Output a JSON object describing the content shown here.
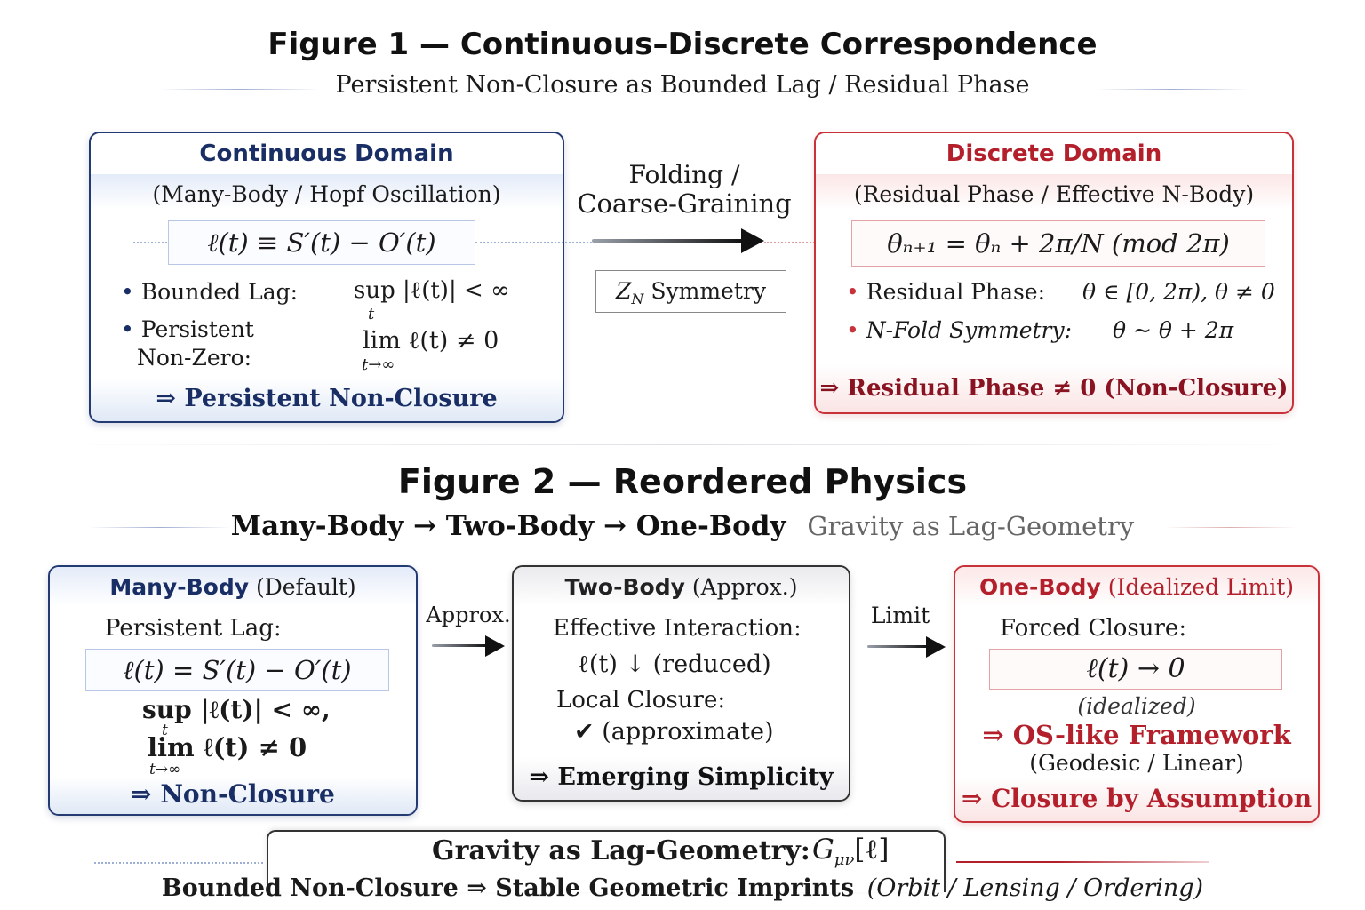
{
  "fig1": {
    "title": "Figure 1 — Continuous–Discrete Correspondence",
    "subtitle": "Persistent Non-Closure as Bounded Lag / Residual Phase",
    "left": {
      "head": "Continuous Domain",
      "sub": "(Many-Body / Hopf Oscillation)",
      "eq": "ℓ(t) ≡ S′(t) − O′(t)",
      "b1_label": "Bounded Lag:",
      "b1_expr": "sup |ℓ(t)| < ∞",
      "b1_under": "t",
      "b2_label1": "Persistent",
      "b2_label2": "Non-Zero:",
      "b2_expr": "lim  ℓ(t) ≠ 0",
      "b2_under": "t→∞",
      "foot": "⇒ Persistent Non-Closure"
    },
    "middle": {
      "label1": "Folding /",
      "label2": "Coarse-Graining",
      "sym": "Z",
      "sym_sub": "N",
      "sym_rest": " Symmetry"
    },
    "right": {
      "head": "Discrete Domain",
      "sub": "(Residual Phase / Effective N-Body)",
      "eq": "θₙ₊₁ = θₙ + 2π/N   (mod 2π)",
      "b1_label": "Residual Phase:",
      "b1_expr": "θ ∈ [0, 2π),  θ ≠ 0",
      "b2_label": "N-Fold Symmetry:",
      "b2_expr": "θ ~ θ + 2π",
      "foot": "⇒ Residual Phase ≠ 0 (Non-Closure)"
    }
  },
  "fig2": {
    "title": "Figure 2 — Reordered Physics",
    "chain": "Many-Body → Two-Body → One-Body",
    "chain_tail": "Gravity as Lag-Geometry",
    "many": {
      "head": "Many-Body",
      "head_tail": " (Default)",
      "l1": "Persistent Lag:",
      "eq": "ℓ(t) = S′(t) − O′(t)",
      "e1": "sup |ℓ(t)| < ∞,",
      "e1_under": "t",
      "e2": "lim  ℓ(t) ≠ 0",
      "e2_under": "t→∞",
      "foot": "⇒ Non-Closure"
    },
    "arrow1": "Approx.",
    "two": {
      "head": "Two-Body",
      "head_tail": " (Approx.)",
      "l1": "Effective Interaction:",
      "l2": "ℓ(t) ↓ (reduced)",
      "l3": "Local Closure:",
      "l4": "✔ (approximate)",
      "foot": "⇒ Emerging Simplicity"
    },
    "arrow2": "Limit",
    "one": {
      "head": "One-Body",
      "head_tail": " (Idealized Limit)",
      "l1": "Forced Closure:",
      "eq": "ℓ(t) → 0",
      "l2": "(idealized)",
      "l3": "⇒ OS-like Framework",
      "l4": "(Geodesic / Linear)",
      "foot": "⇒ Closure by Assumption"
    },
    "gravity": {
      "label": "Gravity as Lag-Geometry:",
      "expr": "G",
      "expr_sub": "μν",
      "expr_rest": "[ℓ]"
    },
    "bottom_a": "Bounded Non-Closure ⇒ Stable Geometric Imprints",
    "bottom_b": "(Orbit / Lensing / Ordering)"
  },
  "colors": {
    "navy": "#1a2e66",
    "red": "#b3202b",
    "dark_red": "#8a1322"
  }
}
